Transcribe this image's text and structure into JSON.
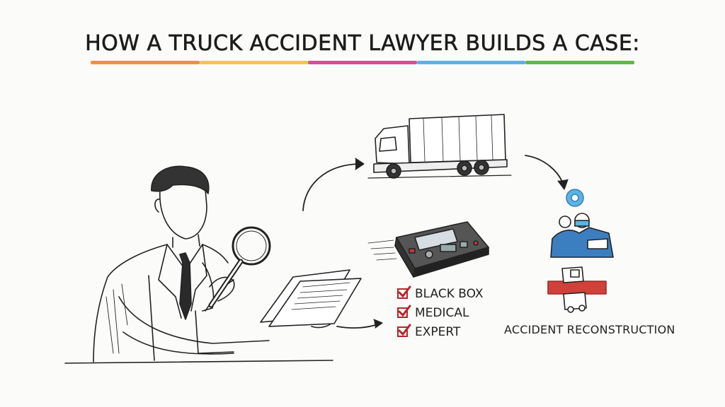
{
  "title": "HOW A TRUCK ACCIDENT LAWYER  BUILDS A CASE:",
  "title_underline_colors": [
    "#f0913a",
    "#f6c54a",
    "#e24a92",
    "#5ab3e0",
    "#62b847"
  ],
  "checklist": [
    {
      "label": "BLACK BOX",
      "checked": true
    },
    {
      "label": "MEDICAL",
      "checked": true
    },
    {
      "label": "EXPERT",
      "checked": true
    }
  ],
  "caption": "ACCIDENT RECONSTRUCTION",
  "icons": [
    "lawyer-figure",
    "magnifying-glass-icon",
    "documents-icon",
    "truck-icon",
    "black-box-device-icon",
    "medical-staff-icon",
    "collision-reconstruction-icon"
  ],
  "colors": {
    "ink": "#1c1c1c",
    "check": "#b3262a",
    "medical_blue": "#3c7fc0",
    "crash_red": "#d0413a"
  }
}
